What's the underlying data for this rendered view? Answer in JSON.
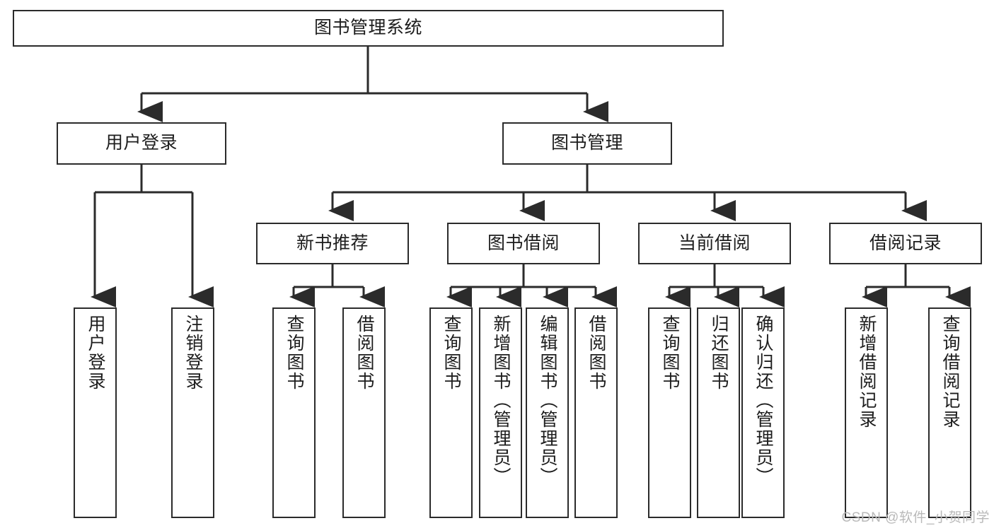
{
  "diagram": {
    "title": "图书管理系统",
    "type": "functional-structure-tree",
    "stroke_color": "#2b2b2b",
    "fill_color": "#ffffff",
    "text_color": "#1d1d1d"
  },
  "nodes": {
    "root": {
      "label": "图书管理系统"
    },
    "level2": [
      {
        "label": "用户登录"
      },
      {
        "label": "图书管理"
      }
    ],
    "level3": [
      {
        "label": "新书推荐"
      },
      {
        "label": "图书借阅"
      },
      {
        "label": "当前借阅"
      },
      {
        "label": "借阅记录"
      }
    ],
    "leaves_user_login": [
      {
        "label": "用户登录"
      },
      {
        "label": "注销登录"
      }
    ],
    "leaves_new_book": [
      {
        "label": "查询图书"
      },
      {
        "label": "借阅图书"
      }
    ],
    "leaves_borrow": [
      {
        "label": "查询图书"
      },
      {
        "label": "新增图书（管理员）"
      },
      {
        "label": "编辑图书（管理员）"
      },
      {
        "label": "借阅图书"
      }
    ],
    "leaves_current": [
      {
        "label": "查询图书"
      },
      {
        "label": "归还图书"
      },
      {
        "label": "确认归还（管理员）"
      }
    ],
    "leaves_records": [
      {
        "label": "新增借阅记录"
      },
      {
        "label": "查询借阅记录"
      }
    ]
  },
  "watermark": {
    "text": "CSDN @软件_小贺同学"
  }
}
